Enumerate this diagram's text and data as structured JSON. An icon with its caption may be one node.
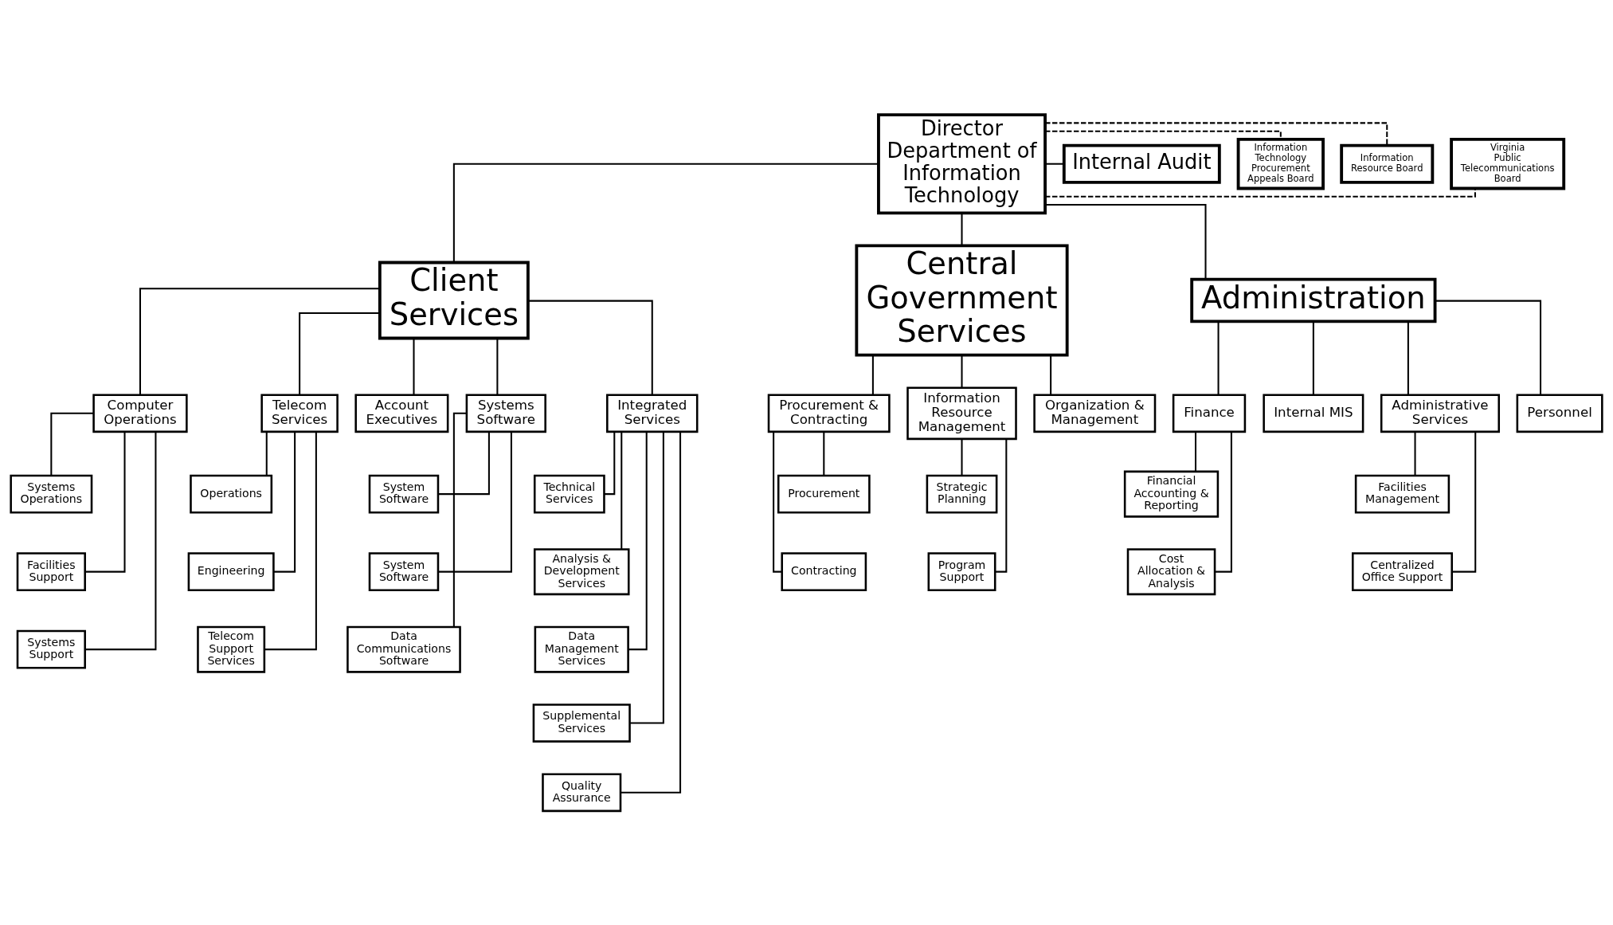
{
  "diagram": {
    "nodes": [
      {
        "text": [
          "Director Department of Information Technology"
        ]
      },
      {
        "text": [
          "Virginia Public Telecommunications Board"
        ]
      },
      {
        "text": [
          "Information Resource Board"
        ]
      },
      {
        "text": [
          "Information Technology Procurement Appeals Board"
        ]
      },
      {
        "text": [
          "Internal Audit"
        ]
      },
      {
        "text": [
          "Client Services"
        ]
      },
      {
        "text": [
          "Central Government Services"
        ]
      },
      {
        "text": [
          "Administration"
        ]
      },
      {
        "text": [
          "Computer Operations"
        ]
      },
      {
        "text": [
          "Telecom Services"
        ]
      },
      {
        "text": [
          "Account Executives"
        ]
      },
      {
        "text": [
          "Systems Software"
        ]
      },
      {
        "text": [
          "Integrated Services"
        ]
      },
      {
        "text": [
          "Procurement & Contracting"
        ]
      },
      {
        "text": [
          "Information Resource Management"
        ]
      },
      {
        "text": [
          "Organization & Management"
        ]
      },
      {
        "text": [
          "Finance"
        ]
      },
      {
        "text": [
          "Internal MIS"
        ]
      },
      {
        "text": [
          "Administrative Services"
        ]
      },
      {
        "text": [
          "Personnel"
        ]
      },
      {
        "text": [
          "Systems Operations"
        ]
      },
      {
        "text": [
          "Facilities Support"
        ]
      },
      {
        "text": [
          "Systems Support"
        ]
      },
      {
        "text": [
          "Operations"
        ]
      },
      {
        "text": [
          "Engineering"
        ]
      },
      {
        "text": [
          "Telecom Support Services"
        ]
      },
      {
        "text": [
          "System Software"
        ]
      },
      {
        "text": [
          "System Software"
        ]
      },
      {
        "text": [
          "Data Communications Software"
        ]
      },
      {
        "text": [
          "Technical Services"
        ]
      },
      {
        "text": [
          "Analysis & Development Services"
        ]
      },
      {
        "text": [
          "Data Management Services"
        ]
      },
      {
        "text": [
          "Supplemental Services"
        ]
      },
      {
        "text": [
          "Quality Assurance"
        ]
      },
      {
        "text": [
          "Procurement"
        ]
      },
      {
        "text": [
          "Contracting"
        ]
      },
      {
        "text": [
          "Strategic Planning"
        ]
      },
      {
        "text": [
          "Program Support"
        ]
      },
      {
        "text": [
          "Financial Accounting & Reporting"
        ]
      },
      {
        "text": [
          "Cost Allocation & Analysis"
        ]
      },
      {
        "text": [
          "Facilities Management"
        ]
      },
      {
        "text": [
          "Centralized Office Support"
        ]
      }
    ],
    "edges": [
      {
        "from": 0,
        "to": 1,
        "arrow": "none",
        "style": "dashed"
      },
      {
        "from": 0,
        "to": 2,
        "arrow": "none",
        "style": "dashed"
      },
      {
        "from": 0,
        "to": 3,
        "arrow": "none",
        "style": "dashed"
      },
      {
        "from": 0,
        "to": 4,
        "arrow": "none"
      },
      {
        "from": 0,
        "to": 5,
        "arrow": "none"
      },
      {
        "from": 0,
        "to": 6,
        "arrow": "none"
      },
      {
        "from": 0,
        "to": 7,
        "arrow": "none"
      },
      {
        "from": 5,
        "to": 8,
        "arrow": "none"
      },
      {
        "from": 5,
        "to": 9,
        "arrow": "none"
      },
      {
        "from": 5,
        "to": 10,
        "arrow": "none"
      },
      {
        "from": 5,
        "to": 11,
        "arrow": "none"
      },
      {
        "from": 5,
        "to": 12,
        "arrow": "none"
      },
      {
        "from": 6,
        "to": 13,
        "arrow": "none"
      },
      {
        "from": 6,
        "to": 14,
        "arrow": "none"
      },
      {
        "from": 6,
        "to": 15,
        "arrow": "none"
      },
      {
        "from": 7,
        "to": 16,
        "arrow": "none"
      },
      {
        "from": 7,
        "to": 17,
        "arrow": "none"
      },
      {
        "from": 7,
        "to": 18,
        "arrow": "none"
      },
      {
        "from": 7,
        "to": 19,
        "arrow": "none"
      },
      {
        "from": 8,
        "to": 20,
        "arrow": "none"
      },
      {
        "from": 8,
        "to": 21,
        "arrow": "none"
      },
      {
        "from": 8,
        "to": 22,
        "arrow": "none"
      },
      {
        "from": 9,
        "to": 23,
        "arrow": "none"
      },
      {
        "from": 9,
        "to": 24,
        "arrow": "none"
      },
      {
        "from": 9,
        "to": 25,
        "arrow": "none"
      },
      {
        "from": 11,
        "to": 26,
        "arrow": "none"
      },
      {
        "from": 11,
        "to": 27,
        "arrow": "none"
      },
      {
        "from": 11,
        "to": 28,
        "arrow": "none"
      },
      {
        "from": 12,
        "to": 29,
        "arrow": "none"
      },
      {
        "from": 12,
        "to": 30,
        "arrow": "none"
      },
      {
        "from": 12,
        "to": 31,
        "arrow": "none"
      },
      {
        "from": 12,
        "to": 32,
        "arrow": "none"
      },
      {
        "from": 12,
        "to": 33,
        "arrow": "none"
      },
      {
        "from": 13,
        "to": 34,
        "arrow": "none"
      },
      {
        "from": 13,
        "to": 35,
        "arrow": "none"
      },
      {
        "from": 14,
        "to": 36,
        "arrow": "none"
      },
      {
        "from": 14,
        "to": 37,
        "arrow": "none"
      },
      {
        "from": 16,
        "to": 38,
        "arrow": "none"
      },
      {
        "from": 16,
        "to": 39,
        "arrow": "none"
      },
      {
        "from": 18,
        "to": 40,
        "arrow": "none"
      },
      {
        "from": 18,
        "to": 41,
        "arrow": "none"
      }
    ]
  }
}
